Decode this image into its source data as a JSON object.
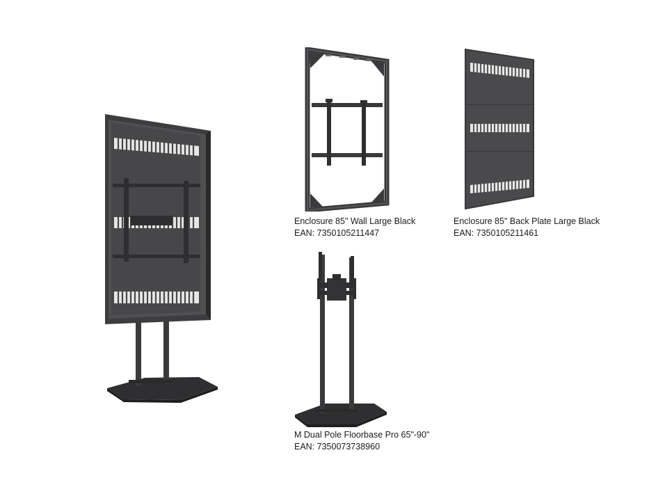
{
  "products": [
    {
      "name": "Enclosure 85\" Wall Large Black",
      "ean": "EAN: 7350105211447"
    },
    {
      "name": "Enclosure 85\" Back Plate Large Black",
      "ean": "EAN: 7350105211461"
    },
    {
      "name": "M Dual Pole Floorbase Pro 65\"-90\"",
      "ean": "EAN: 7350073738960"
    }
  ],
  "colors": {
    "metal_dark": "#3a3a3c",
    "metal_mid": "#4a4a4c",
    "metal_light": "#6a6a6c",
    "vent": "#e8e8e8",
    "background": "#ffffff"
  }
}
